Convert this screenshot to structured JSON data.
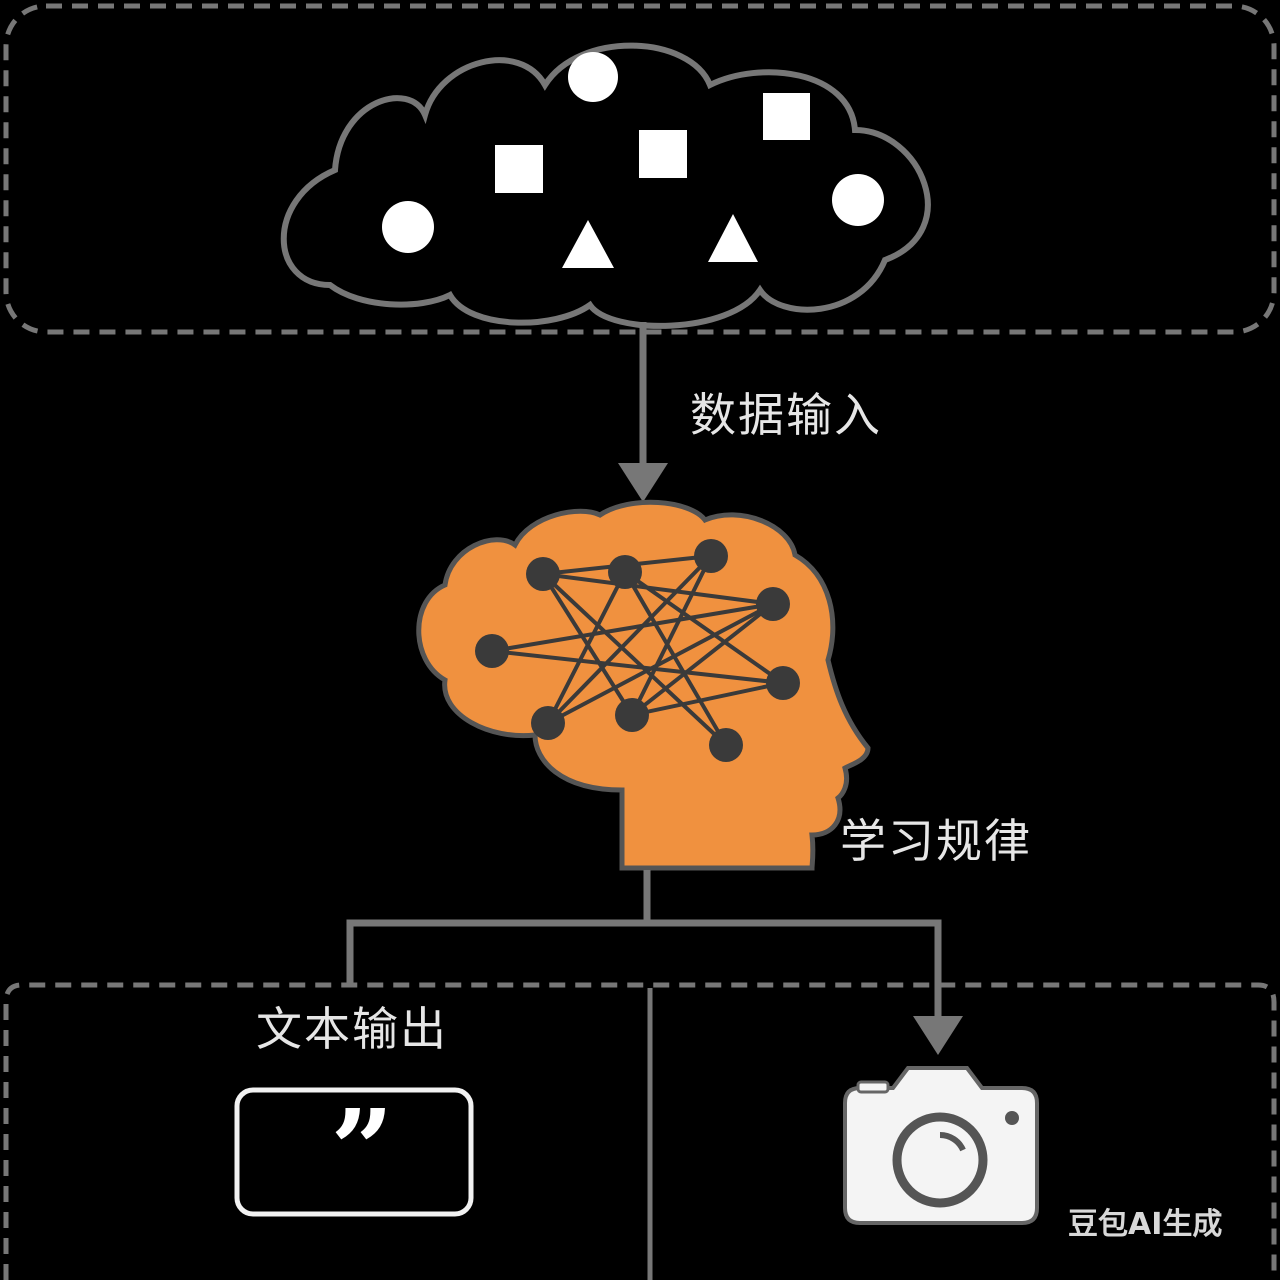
{
  "labels": {
    "data_input": "数据输入",
    "learn_patterns": "学习规律",
    "text_output": "文本输出"
  },
  "quote_glyph": "”",
  "watermark": "豆包AI生成",
  "colors": {
    "background": "#000000",
    "line": "#777777",
    "brain_fill": "#f0913f",
    "node": "#3a3a3a",
    "shape_fill": "#ffffff",
    "label_text": "#e6e6e6"
  },
  "icons": {
    "cloud": "data-cloud-icon",
    "brain": "head-brain-icon",
    "camera": "camera-icon",
    "quote": "quote-box-icon"
  }
}
